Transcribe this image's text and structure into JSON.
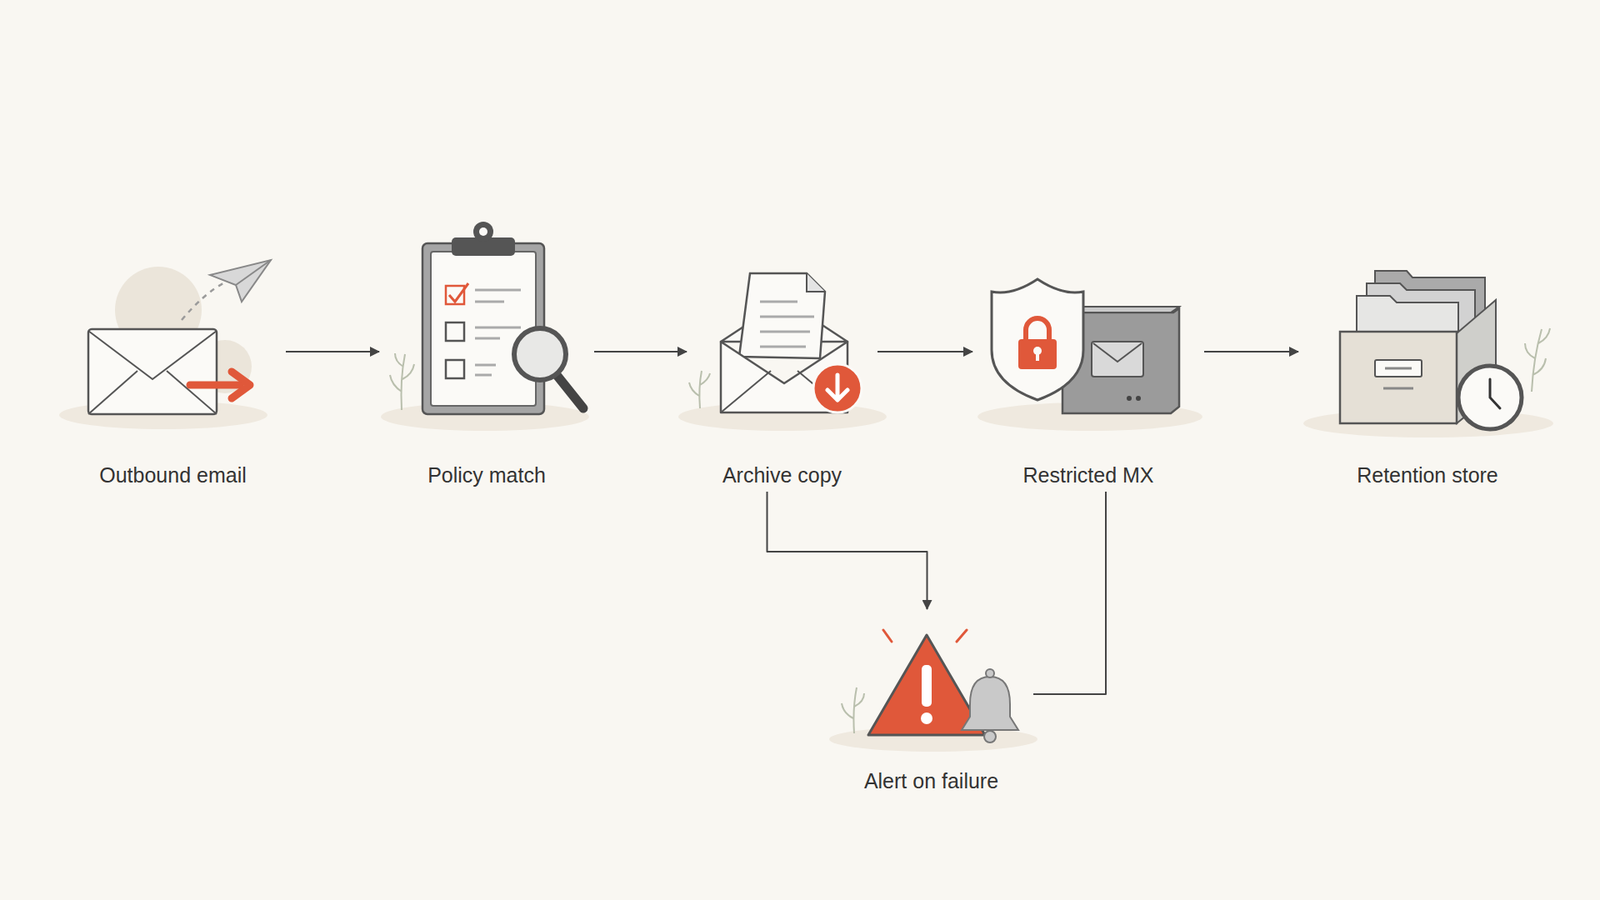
{
  "diagram": {
    "nodes": [
      {
        "text": [
          "Outbound email"
        ]
      },
      {
        "text": [
          "Policy match"
        ]
      },
      {
        "text": [
          "Archive copy"
        ]
      },
      {
        "text": [
          "Restricted MX"
        ]
      },
      {
        "text": [
          "Retention store"
        ]
      },
      {
        "text": [
          "Alert on failure"
        ]
      }
    ],
    "edges": [
      {
        "from": 0,
        "to": 1,
        "arrow": "to"
      },
      {
        "from": 1,
        "to": 2,
        "arrow": "to"
      },
      {
        "from": 2,
        "to": 3,
        "arrow": "to"
      },
      {
        "from": 3,
        "to": 4,
        "arrow": "to"
      },
      {
        "from": 2,
        "to": 5,
        "arrow": "to"
      },
      {
        "from": 3,
        "to": 5,
        "arrow": "none"
      }
    ]
  }
}
